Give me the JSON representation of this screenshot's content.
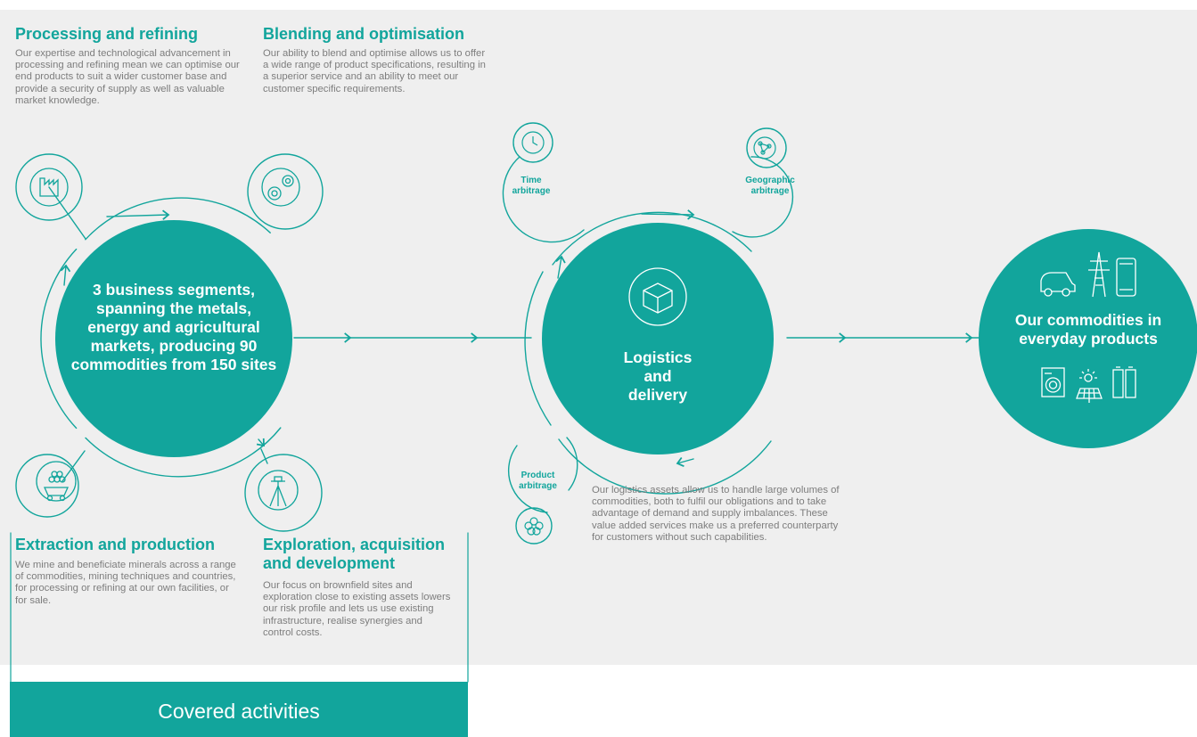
{
  "processing": {
    "title": "Processing and refining",
    "body": "Our expertise and technological advancement in processing and refining mean we can optimise our end products to suit a wider customer base and provide a security of supply as well as valuable market knowledge."
  },
  "blending": {
    "title": "Blending and optimisation",
    "body": "Our ability to blend and optimise allows us to offer a wide range of product specifications, resulting in a superior service and an ability to meet our customer specific requirements."
  },
  "extraction": {
    "title": "Extraction and production",
    "body": "We mine and beneficiate minerals across a range of commodities, mining techniques and countries, for processing or refining at our own facilities, or for sale."
  },
  "exploration": {
    "title": "Exploration, acquisition and development",
    "body": "Our focus on brownfield sites and exploration close to existing assets lowers our risk profile and lets us use existing infrastructure, realise synergies and control costs."
  },
  "main_circle": {
    "text": "3 business segments, spanning the metals, energy and agricultural markets, producing 90 commodities from 150 sites"
  },
  "logistics": {
    "label": "Logistics and delivery",
    "time_label": "Time arbitrage",
    "geo_label": "Geographic arbitrage",
    "product_label": "Product arbitrage",
    "body": "Our logistics assets allow us to handle large volumes of commodities, both to fulfil our obligations and to take advantage of demand and supply imbalances. These value added services make us a preferred counterparty for customers without such capabilities."
  },
  "products": {
    "label": "Our commodities in everyday products"
  },
  "footer": {
    "label": "Covered activities"
  },
  "icons": [
    "factory-icon",
    "gears-icon",
    "ore-cart-icon",
    "survey-tripod-icon",
    "clock-icon",
    "network-icon",
    "cube-icon",
    "molecule-icon",
    "car-icon",
    "pylon-icon",
    "phone-icon",
    "washing-machine-icon",
    "solar-panel-icon",
    "battery-icon"
  ],
  "colors": {
    "teal": "#12a59c",
    "background": "#efefef",
    "body_text": "#7d7d7d"
  }
}
